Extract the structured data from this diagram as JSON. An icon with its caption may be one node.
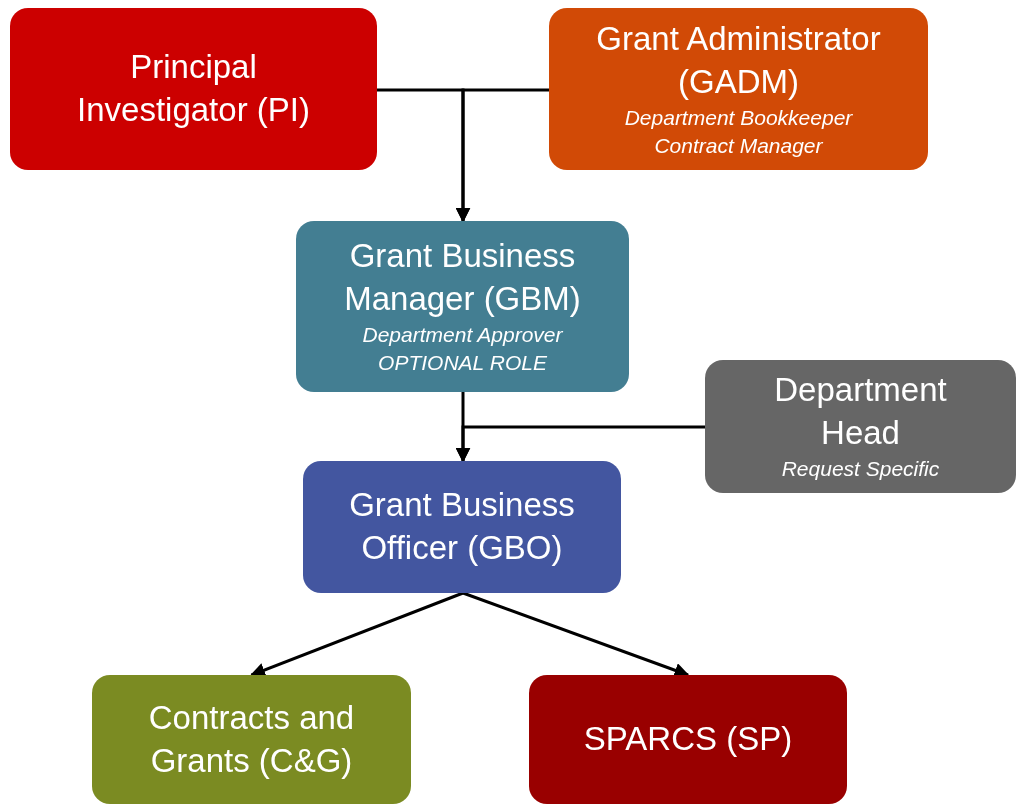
{
  "diagram": {
    "nodes": [
      {
        "text": [
          "Principal Investigator (PI)"
        ]
      },
      {
        "text": [
          "Grant Administrator (GADM)",
          "Department Bookkeeper",
          "Contract Manager"
        ]
      },
      {
        "text": [
          "Grant Business Manager (GBM)",
          "Department Approver",
          "OPTIONAL ROLE"
        ]
      },
      {
        "text": [
          "Department Head",
          "Request Specific"
        ]
      },
      {
        "text": [
          "Grant Business Officer (GBO)"
        ]
      },
      {
        "text": [
          "Contracts and Grants (C&G)"
        ]
      },
      {
        "text": [
          "SPARCS (SP)"
        ]
      }
    ],
    "edges": [
      {
        "from": 0,
        "to": 2,
        "arrow": "to"
      },
      {
        "from": 1,
        "to": 2,
        "arrow": "to"
      },
      {
        "from": 2,
        "to": 4,
        "arrow": "to"
      },
      {
        "from": 3,
        "to": 4,
        "arrow": "to"
      },
      {
        "from": 4,
        "to": 5,
        "arrow": "to"
      },
      {
        "from": 4,
        "to": 6,
        "arrow": "to"
      }
    ]
  }
}
